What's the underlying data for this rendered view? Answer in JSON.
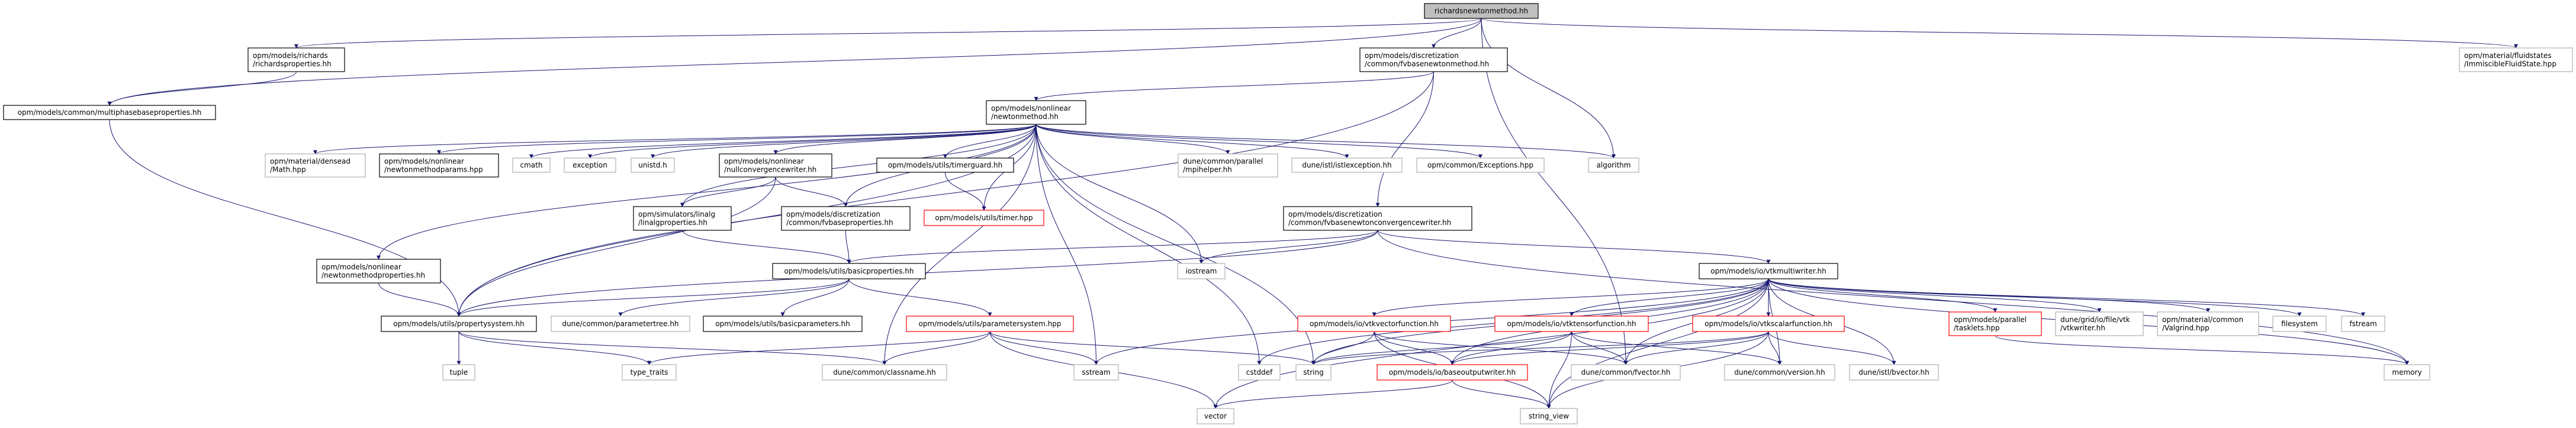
{
  "colors": {
    "edge": "#191970",
    "root_fill": "#bfbfbf",
    "documented_border": "#000000",
    "external_border": "#bfbfbf",
    "incomplete_border": "#ff0000"
  },
  "nodes": [
    {
      "id": "root",
      "kind": "root",
      "lines": [
        "richardsnewtonmethod.hh"
      ]
    },
    {
      "id": "richardsprops",
      "kind": "doc",
      "lines": [
        "opm/models/richards",
        "/richardsproperties.hh"
      ]
    },
    {
      "id": "multiphase",
      "kind": "doc",
      "lines": [
        "opm/models/common/multiphasebaseproperties.hh"
      ]
    },
    {
      "id": "fvbasenewton",
      "kind": "doc",
      "lines": [
        "opm/models/discretization",
        "/common/fvbasenewtonmethod.hh"
      ]
    },
    {
      "id": "immiscible",
      "kind": "ext",
      "lines": [
        "opm/material/fluidstates",
        "/ImmiscibleFluidState.hpp"
      ]
    },
    {
      "id": "newton",
      "kind": "doc",
      "lines": [
        "opm/models/nonlinear",
        "/newtonmethod.hh"
      ]
    },
    {
      "id": "densead",
      "kind": "ext",
      "lines": [
        "opm/material/densead",
        "/Math.hpp"
      ]
    },
    {
      "id": "nmparams",
      "kind": "doc",
      "lines": [
        "opm/models/nonlinear",
        "/newtonmethodparams.hpp"
      ]
    },
    {
      "id": "cmath",
      "kind": "ext",
      "lines": [
        "cmath"
      ]
    },
    {
      "id": "exception",
      "kind": "ext",
      "lines": [
        "exception"
      ]
    },
    {
      "id": "unistd",
      "kind": "ext",
      "lines": [
        "unistd.h"
      ]
    },
    {
      "id": "nullconv",
      "kind": "doc",
      "lines": [
        "opm/models/nonlinear",
        "/nullconvergencewriter.hh"
      ]
    },
    {
      "id": "timerguard",
      "kind": "doc",
      "lines": [
        "opm/models/utils/timerguard.hh"
      ]
    },
    {
      "id": "mpihelper",
      "kind": "ext",
      "lines": [
        "dune/common/parallel",
        "/mpihelper.hh"
      ]
    },
    {
      "id": "istlexc",
      "kind": "ext",
      "lines": [
        "dune/istl/istlexception.hh"
      ]
    },
    {
      "id": "exceptions",
      "kind": "ext",
      "lines": [
        "opm/common/Exceptions.hpp"
      ]
    },
    {
      "id": "algorithm",
      "kind": "ext",
      "lines": [
        "algorithm"
      ]
    },
    {
      "id": "linalg",
      "kind": "doc",
      "lines": [
        "opm/simulators/linalg",
        "/linalgproperties.hh"
      ]
    },
    {
      "id": "fvbaseprops",
      "kind": "doc",
      "lines": [
        "opm/models/discretization",
        "/common/fvbaseproperties.hh"
      ]
    },
    {
      "id": "timer",
      "kind": "red",
      "lines": [
        "opm/models/utils/timer.hpp"
      ]
    },
    {
      "id": "convwriter",
      "kind": "doc",
      "lines": [
        "opm/models/discretization",
        "/common/fvbasenewtonconvergencewriter.hh"
      ]
    },
    {
      "id": "nmprops",
      "kind": "doc",
      "lines": [
        "opm/models/nonlinear",
        "/newtonmethodproperties.hh"
      ]
    },
    {
      "id": "basicprops",
      "kind": "doc",
      "lines": [
        "opm/models/utils/basicproperties.hh"
      ]
    },
    {
      "id": "iostream",
      "kind": "ext",
      "lines": [
        "iostream"
      ]
    },
    {
      "id": "vtkmulti",
      "kind": "doc",
      "lines": [
        "opm/models/io/vtkmultiwriter.hh"
      ]
    },
    {
      "id": "propsys",
      "kind": "doc",
      "lines": [
        "opm/models/utils/propertysystem.hh"
      ]
    },
    {
      "id": "paramtree",
      "kind": "ext",
      "lines": [
        "dune/common/parametertree.hh"
      ]
    },
    {
      "id": "basicparams",
      "kind": "doc",
      "lines": [
        "opm/models/utils/basicparameters.hh"
      ]
    },
    {
      "id": "paramsys",
      "kind": "red",
      "lines": [
        "opm/models/utils/parametersystem.hpp"
      ]
    },
    {
      "id": "vtkvector",
      "kind": "red",
      "lines": [
        "opm/models/io/vtkvectorfunction.hh"
      ]
    },
    {
      "id": "vtktensor",
      "kind": "red",
      "lines": [
        "opm/models/io/vtktensorfunction.hh"
      ]
    },
    {
      "id": "vtkscalar",
      "kind": "red",
      "lines": [
        "opm/models/io/vtkscalarfunction.hh"
      ]
    },
    {
      "id": "tasklets",
      "kind": "red",
      "lines": [
        "opm/models/parallel",
        "/tasklets.hpp"
      ]
    },
    {
      "id": "vtkwriter",
      "kind": "ext",
      "lines": [
        "dune/grid/io/file/vtk",
        "/vtkwriter.hh"
      ]
    },
    {
      "id": "valgrind",
      "kind": "ext",
      "lines": [
        "opm/material/common",
        "/Valgrind.hpp"
      ]
    },
    {
      "id": "filesystem",
      "kind": "ext",
      "lines": [
        "filesystem"
      ]
    },
    {
      "id": "fstream",
      "kind": "ext",
      "lines": [
        "fstream"
      ]
    },
    {
      "id": "tuple",
      "kind": "ext",
      "lines": [
        "tuple"
      ]
    },
    {
      "id": "typetraits",
      "kind": "ext",
      "lines": [
        "type_traits"
      ]
    },
    {
      "id": "classname",
      "kind": "ext",
      "lines": [
        "dune/common/classname.hh"
      ]
    },
    {
      "id": "sstream",
      "kind": "ext",
      "lines": [
        "sstream"
      ]
    },
    {
      "id": "cstddef",
      "kind": "ext",
      "lines": [
        "cstddef"
      ]
    },
    {
      "id": "string",
      "kind": "ext",
      "lines": [
        "string"
      ]
    },
    {
      "id": "baseout",
      "kind": "red",
      "lines": [
        "opm/models/io/baseoutputwriter.hh"
      ]
    },
    {
      "id": "fvector",
      "kind": "ext",
      "lines": [
        "dune/common/fvector.hh"
      ]
    },
    {
      "id": "version",
      "kind": "ext",
      "lines": [
        "dune/common/version.hh"
      ]
    },
    {
      "id": "bvector",
      "kind": "ext",
      "lines": [
        "dune/istl/bvector.hh"
      ]
    },
    {
      "id": "memory",
      "kind": "ext",
      "lines": [
        "memory"
      ]
    },
    {
      "id": "vector",
      "kind": "ext",
      "lines": [
        "vector"
      ]
    },
    {
      "id": "stringview",
      "kind": "ext",
      "lines": [
        "string_view"
      ]
    }
  ],
  "edges": [
    [
      "root",
      "richardsprops"
    ],
    [
      "root",
      "multiphase"
    ],
    [
      "root",
      "fvbasenewton"
    ],
    [
      "root",
      "algorithm"
    ],
    [
      "root",
      "immiscible"
    ],
    [
      "root",
      "fvector"
    ],
    [
      "richardsprops",
      "multiphase"
    ],
    [
      "multiphase",
      "propsys"
    ],
    [
      "fvbasenewton",
      "newton"
    ],
    [
      "fvbasenewton",
      "propsys"
    ],
    [
      "fvbasenewton",
      "convwriter"
    ],
    [
      "newton",
      "densead"
    ],
    [
      "newton",
      "nmparams"
    ],
    [
      "newton",
      "cmath"
    ],
    [
      "newton",
      "exception"
    ],
    [
      "newton",
      "unistd"
    ],
    [
      "newton",
      "linalg"
    ],
    [
      "newton",
      "nullconv"
    ],
    [
      "newton",
      "fvbaseprops"
    ],
    [
      "newton",
      "timerguard"
    ],
    [
      "newton",
      "timer"
    ],
    [
      "newton",
      "classname"
    ],
    [
      "newton",
      "sstream"
    ],
    [
      "newton",
      "cstddef"
    ],
    [
      "newton",
      "mpihelper"
    ],
    [
      "newton",
      "istlexc"
    ],
    [
      "newton",
      "exceptions"
    ],
    [
      "newton",
      "algorithm"
    ],
    [
      "newton",
      "iostream"
    ],
    [
      "newton",
      "string"
    ],
    [
      "newton",
      "nmprops"
    ],
    [
      "newton",
      "propsys"
    ],
    [
      "nullconv",
      "linalg"
    ],
    [
      "nullconv",
      "fvbaseprops"
    ],
    [
      "nullconv",
      "propsys"
    ],
    [
      "timerguard",
      "timer"
    ],
    [
      "linalg",
      "basicprops"
    ],
    [
      "fvbaseprops",
      "basicprops"
    ],
    [
      "nmprops",
      "propsys"
    ],
    [
      "basicprops",
      "propsys"
    ],
    [
      "basicprops",
      "paramtree"
    ],
    [
      "basicprops",
      "basicparams"
    ],
    [
      "basicprops",
      "paramsys"
    ],
    [
      "propsys",
      "tuple"
    ],
    [
      "propsys",
      "typetraits"
    ],
    [
      "propsys",
      "classname"
    ],
    [
      "paramsys",
      "typetraits"
    ],
    [
      "paramsys",
      "classname"
    ],
    [
      "paramsys",
      "sstream"
    ],
    [
      "paramsys",
      "vector"
    ],
    [
      "paramsys",
      "string"
    ],
    [
      "convwriter",
      "basicprops"
    ],
    [
      "convwriter",
      "iostream"
    ],
    [
      "convwriter",
      "propsys"
    ],
    [
      "convwriter",
      "vtkmulti"
    ],
    [
      "convwriter",
      "memory"
    ],
    [
      "vtkmulti",
      "vtkvector"
    ],
    [
      "vtkmulti",
      "vtktensor"
    ],
    [
      "vtkmulti",
      "vtkscalar"
    ],
    [
      "vtkmulti",
      "tasklets"
    ],
    [
      "vtkmulti",
      "vtkwriter"
    ],
    [
      "vtkmulti",
      "valgrind"
    ],
    [
      "vtkmulti",
      "filesystem"
    ],
    [
      "vtkmulti",
      "fstream"
    ],
    [
      "vtkmulti",
      "memory"
    ],
    [
      "vtkmulti",
      "baseout"
    ],
    [
      "vtkmulti",
      "fvector"
    ],
    [
      "vtkmulti",
      "version"
    ],
    [
      "vtkmulti",
      "bvector"
    ],
    [
      "vtkmulti",
      "stringview"
    ],
    [
      "vtkmulti",
      "string"
    ],
    [
      "vtkmulti",
      "cstddef"
    ],
    [
      "vtkmulti",
      "sstream"
    ],
    [
      "vtkmulti",
      "vector"
    ],
    [
      "vtkvector",
      "string"
    ],
    [
      "vtkvector",
      "baseout"
    ],
    [
      "vtkvector",
      "fvector"
    ],
    [
      "vtkvector",
      "stringview"
    ],
    [
      "vtktensor",
      "string"
    ],
    [
      "vtktensor",
      "baseout"
    ],
    [
      "vtktensor",
      "fvector"
    ],
    [
      "vtktensor",
      "version"
    ],
    [
      "vtktensor",
      "stringview"
    ],
    [
      "vtkscalar",
      "string"
    ],
    [
      "vtkscalar",
      "baseout"
    ],
    [
      "vtkscalar",
      "fvector"
    ],
    [
      "vtkscalar",
      "version"
    ],
    [
      "vtkscalar",
      "bvector"
    ],
    [
      "vtkscalar",
      "stringview"
    ],
    [
      "baseout",
      "vector"
    ],
    [
      "baseout",
      "stringview"
    ],
    [
      "tasklets",
      "memory"
    ]
  ]
}
